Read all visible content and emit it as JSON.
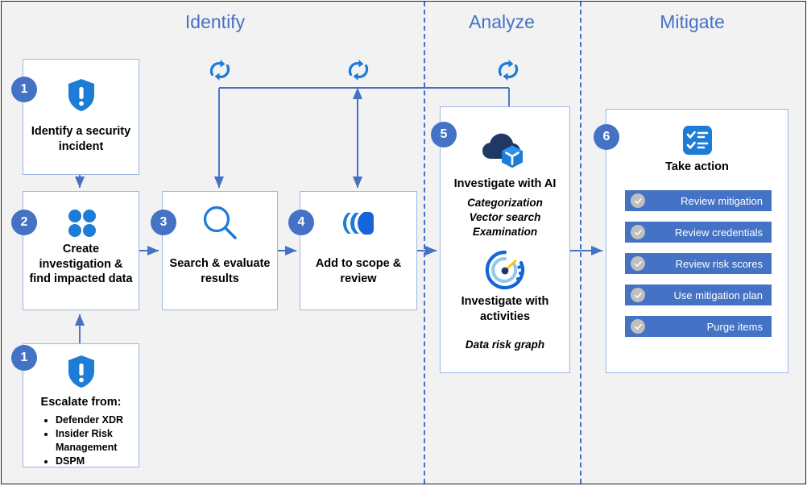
{
  "diagram": {
    "title_color": "#4472C4",
    "background": "#f2f2f2",
    "card_border": "#9DB7E3"
  },
  "phases": [
    {
      "label": "Identify"
    },
    {
      "label": "Analyze"
    },
    {
      "label": "Mitigate"
    }
  ],
  "steps": {
    "identify_incident": {
      "number": "1",
      "icon": "shield-alert-icon",
      "label": "Identify a security incident"
    },
    "create_investigation": {
      "number": "2",
      "icon": "four-dots-icon",
      "label": "Create investigation & find impacted data"
    },
    "escalate": {
      "number": "1",
      "icon": "shield-alert-icon",
      "label": "Escalate from:",
      "sources": [
        "Defender XDR",
        "Insider Risk Management",
        "DSPM"
      ]
    },
    "search_evaluate": {
      "number": "3",
      "icon": "magnifier-icon",
      "label": "Search & evaluate results"
    },
    "add_to_scope": {
      "number": "4",
      "icon": "layers-icon",
      "label": "Add to scope & review"
    },
    "analyze": {
      "number": "5",
      "ai_icon": "cloud-cube-icon",
      "ai_label": "Investigate with AI",
      "ai_details": [
        "Categorization",
        "Vector search",
        "Examination"
      ],
      "activities_icon": "gauge-icon",
      "activities_label": "Investigate with activities",
      "activities_details": [
        "Data risk graph"
      ]
    },
    "take_action": {
      "number": "6",
      "icon": "checklist-icon",
      "label": "Take action",
      "actions": [
        {
          "label": "Review mitigation",
          "icon": "check-circle-icon"
        },
        {
          "label": "Review credentials",
          "icon": "check-circle-icon"
        },
        {
          "label": "Review risk scores",
          "icon": "check-circle-icon"
        },
        {
          "label": "Use mitigation plan",
          "icon": "check-circle-icon"
        },
        {
          "label": "Purge items",
          "icon": "check-circle-icon"
        }
      ]
    }
  },
  "loop_icons": [
    {
      "name": "refresh-loop-icon-search"
    },
    {
      "name": "refresh-loop-icon-scope"
    },
    {
      "name": "refresh-loop-icon-analyze"
    }
  ]
}
